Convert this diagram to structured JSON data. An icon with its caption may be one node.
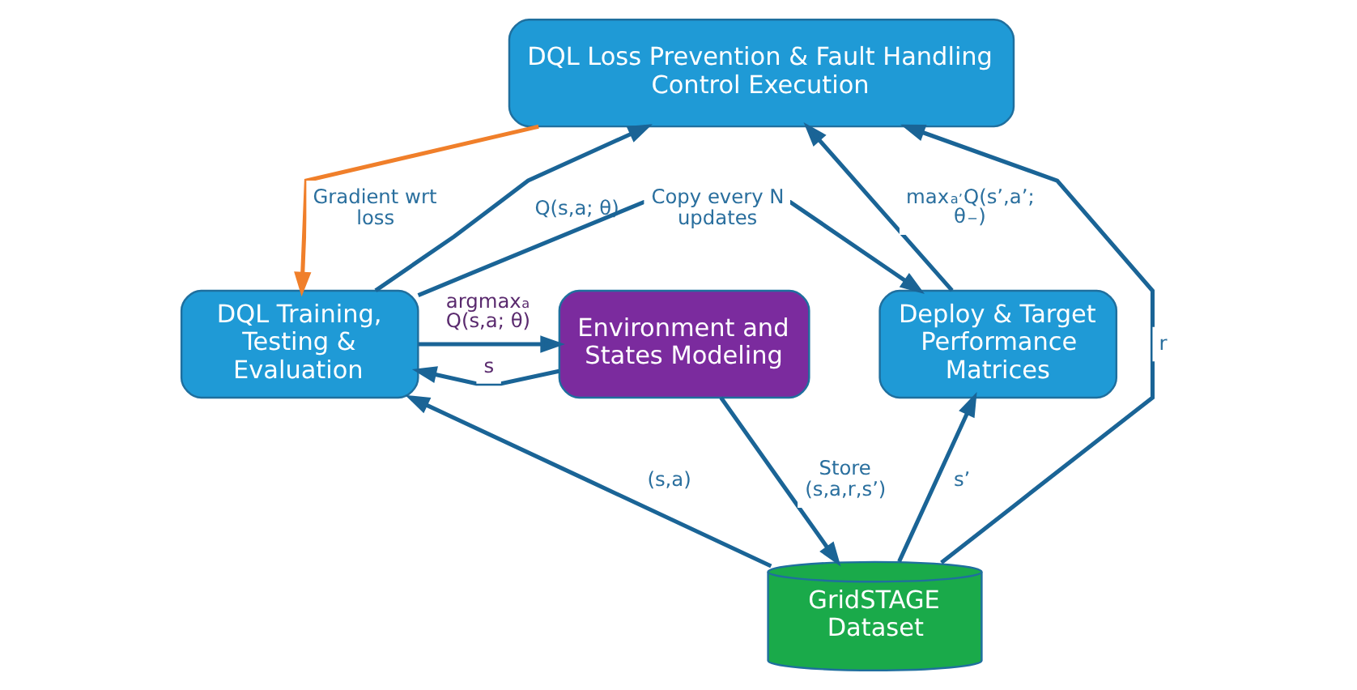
{
  "diagram": {
    "nodes": [
      {
        "text": [
          "DQL Loss Prevention & Fault Handling Control Execution"
        ]
      },
      {
        "text": [
          "Environment and States Modeling"
        ]
      },
      {
        "text": [
          "DQL Training, Testing & Evaluation"
        ]
      },
      {
        "text": [
          "Deploy & Target Performance Matrices"
        ]
      },
      {
        "text": [
          "GridSTAGE Dataset"
        ]
      }
    ],
    "edges": [
      {
        "from": 2,
        "to": 1,
        "arrow": "to",
        "label": "argmax$_{a}$ Q(s,a; θ)"
      },
      {
        "from": 1,
        "to": 2,
        "arrow": "to",
        "label": "s"
      },
      {
        "from": 2,
        "to": 3,
        "arrow": "to",
        "label": "Copy every N updates"
      },
      {
        "from": 0,
        "to": 2,
        "arrow": "to",
        "label": "Gradient wrt loss",
        "color": "#f07f2a"
      },
      {
        "from": 2,
        "to": 0,
        "arrow": "to",
        "label": "Q(s,a; θ)"
      },
      {
        "from": 3,
        "to": 0,
        "arrow": "to",
        "label": "max$_{a’}$Q(s’,a’; θ$^{−}$)"
      },
      {
        "from": 4,
        "to": 2,
        "arrow": "to",
        "label": "(s,a)"
      },
      {
        "from": 4,
        "to": 3,
        "arrow": "to",
        "label": "s’"
      },
      {
        "from": 4,
        "to": 0,
        "arrow": "to",
        "label": "r"
      },
      {
        "from": 1,
        "to": 4,
        "arrow": "to",
        "label": "Store (s,a,r,s’)"
      }
    ]
  }
}
